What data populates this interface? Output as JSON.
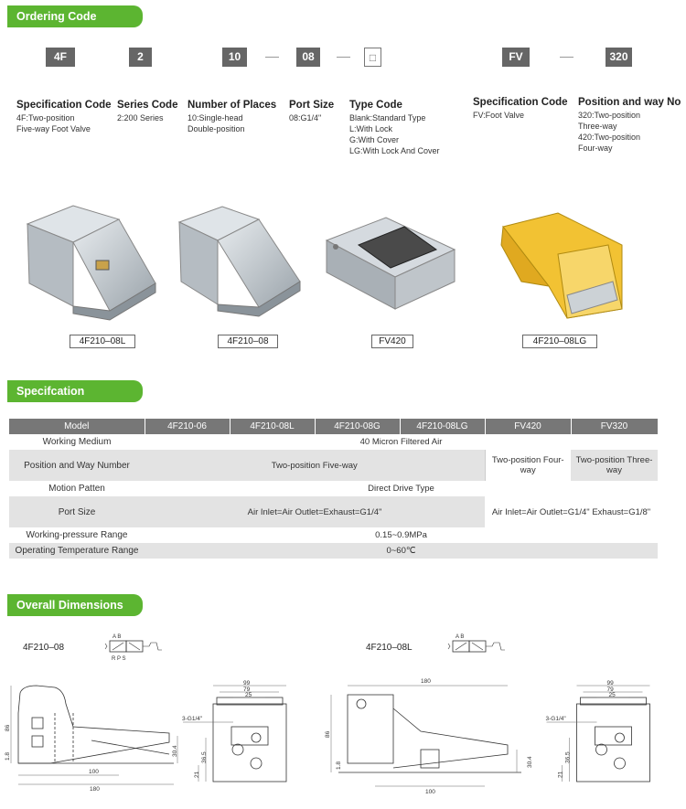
{
  "sections": {
    "ordering": "Ordering Code",
    "spec": "Specifcation",
    "dimensions": "Overall Dimensions"
  },
  "ordering_codes": [
    {
      "code": "4F",
      "title": "Specification Code",
      "lines": [
        "4F:Two-position",
        "Five-way Foot Valve"
      ]
    },
    {
      "code": "2",
      "title": "Series Code",
      "lines": [
        "2:200 Series"
      ]
    },
    {
      "code": "10",
      "title": "Number of Places",
      "lines": [
        "10:Single-head",
        "Double-position"
      ]
    },
    {
      "code": "08",
      "title": "Port Size",
      "lines": [
        "08:G1/4\""
      ]
    },
    {
      "code": "□",
      "title": "Type Code",
      "lines": [
        "Blank:Standard Type",
        "L:With Lock",
        "G:With Cover",
        "LG:With Lock And Cover"
      ]
    },
    {
      "code": "FV",
      "title": "Specification Code",
      "lines": [
        "FV:Foot Valve"
      ]
    },
    {
      "code": "320",
      "title": "Position and way No",
      "lines": [
        "320:Two-position",
        "Three-way",
        "420:Two-position",
        "Four-way"
      ]
    }
  ],
  "products": [
    {
      "label": "4F210–08L"
    },
    {
      "label": "4F210–08"
    },
    {
      "label": "FV420"
    },
    {
      "label": "4F210–08LG"
    }
  ],
  "spec_table": {
    "headers": [
      "Model",
      "4F210-06",
      "4F210-08L",
      "4F210-08G",
      "4F210-08LG",
      "FV420",
      "FV320"
    ],
    "rows": {
      "medium": {
        "label": "Working Medium",
        "value": "40 Micron Filtered Air"
      },
      "position": {
        "label": "Position and Way Number",
        "value": "Two-position Five-way",
        "fv420": "Two-position Four-way",
        "fv320": "Two-position Three-way"
      },
      "motion": {
        "label": "Motion Patten",
        "value": "Direct Drive Type"
      },
      "port": {
        "label": "Port Size",
        "value": "Air Inlet=Air Outlet=Exhaust=G1/4\"",
        "fv": "Air Inlet=Air Outlet=G1/4\" Exhaust=G1/8\""
      },
      "pressure": {
        "label": "Working-pressure Range",
        "value": "0.15~0.9MPa"
      },
      "temperature": {
        "label": "Operating Temperature Range",
        "value": "0~60℃"
      }
    }
  },
  "dimensions": {
    "left": {
      "title": "4F210–08",
      "symbol_top": "A B",
      "symbol_bottom": "R P S",
      "height": "86",
      "h_small": "1.8",
      "length": "180",
      "base": "100",
      "side_h": "30.4",
      "front_w1": "99",
      "front_w2": "79",
      "front_w3": "25",
      "port": "3-G1/4\"",
      "f_h1": "36.5",
      "f_h2": "21"
    },
    "right": {
      "title": "4F210–08L",
      "symbol_top": "A B",
      "length": "180",
      "height": "86",
      "h_small": "1.8",
      "base": "100",
      "side_h": "30.4",
      "front_w1": "99",
      "front_w2": "79",
      "front_w3": "25",
      "port": "3-G1/4\"",
      "f_h1": "36.5",
      "f_h2": "21"
    }
  },
  "colors": {
    "accent": "#5cb531",
    "header": "#777777",
    "row_grey": "#e3e3e3",
    "code_box": "#666666",
    "cover": "#f2c233"
  }
}
